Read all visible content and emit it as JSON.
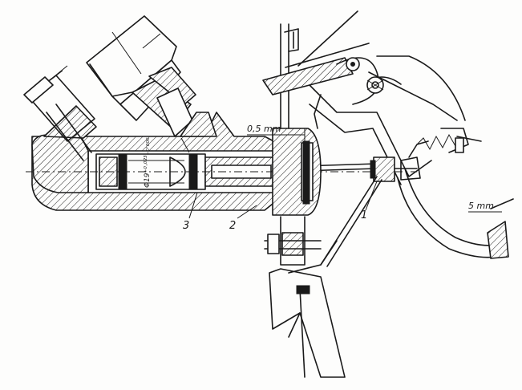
{
  "labels": {
    "part_1": "1",
    "part_2": "2",
    "part_3": "3",
    "gap_clearance": "0,5 mm",
    "pedal_clearance": "5 mm",
    "bore_diameter": "Φ19⁺⁰·⁰²³₋₀·₀₀₆"
  },
  "colors": {
    "ink": "#1a1a1a",
    "paper": "#fdfdfc"
  }
}
